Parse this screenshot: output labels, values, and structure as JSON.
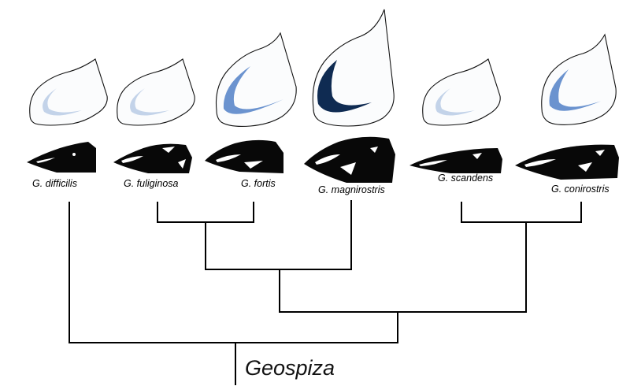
{
  "genus": "Geospiza",
  "colors": {
    "light": "#c3d3e9",
    "medium": "#6b93cf",
    "dark": "#0f2b52"
  },
  "species": [
    {
      "name": "G. difficilis",
      "shade": "light"
    },
    {
      "name": "G. fuliginosa",
      "shade": "light"
    },
    {
      "name": "G. fortis",
      "shade": "medium"
    },
    {
      "name": "G. magnirostris",
      "shade": "dark"
    },
    {
      "name": "G. scandens",
      "shade": "light"
    },
    {
      "name": "G. conirostris",
      "shade": "medium"
    }
  ]
}
